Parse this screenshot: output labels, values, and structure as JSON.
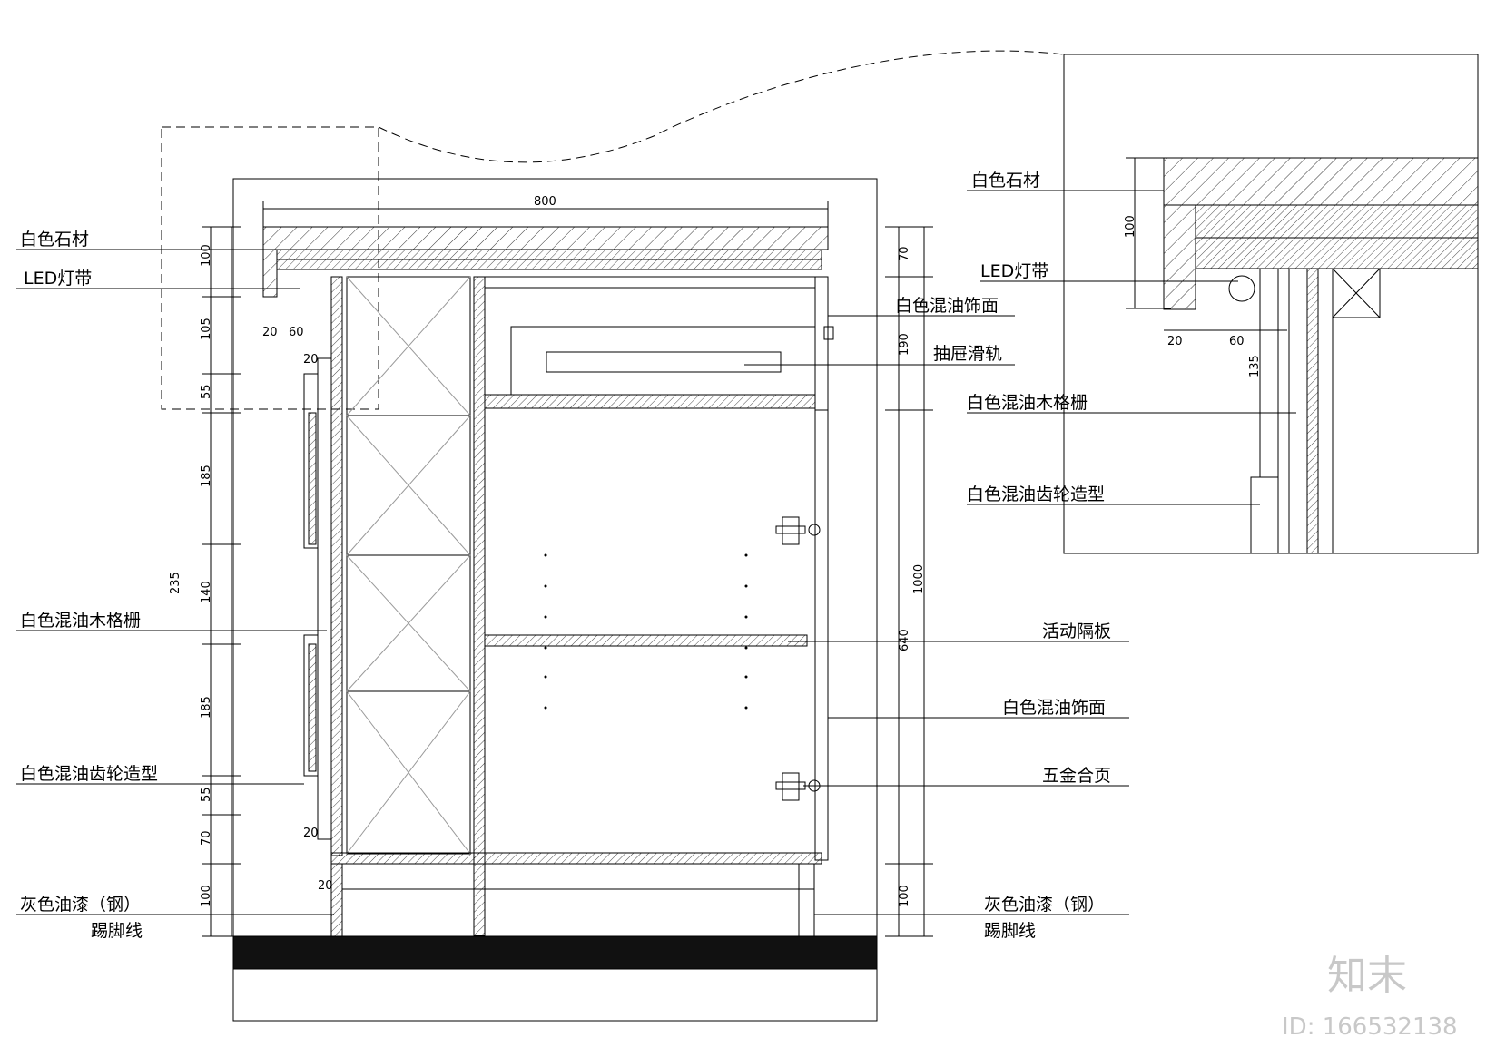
{
  "labels": {
    "left_stone": "白色石材",
    "left_led": "LED灯带",
    "left_grille": "白色混油木格栅",
    "left_gear": "白色混油齿轮造型",
    "left_steel": "灰色油漆（钢）",
    "left_kick": "踢脚线",
    "right_finish_top": "白色混油饰面",
    "right_slide": "抽屉滑轨",
    "right_shelf": "活动隔板",
    "right_finish": "白色混油饰面",
    "right_hinge": "五金合页",
    "right_steel": "灰色油漆（钢）",
    "right_kick": "踢脚线",
    "detail_stone": "白色石材",
    "detail_led": "LED灯带",
    "detail_grille": "白色混油木格栅",
    "detail_gear": "白色混油齿轮造型"
  },
  "dimensions": {
    "top_width": "800",
    "left_a": "100",
    "left_b": "105",
    "left_c": "55",
    "left_d": "185",
    "left_e": "140",
    "left_f": "185",
    "left_g": "55",
    "left_h": "70",
    "left_i": "100",
    "left_total": "235",
    "small_20a": "20",
    "small_60": "60",
    "small_20b": "20",
    "small_20c": "20",
    "small_20d": "20",
    "right_a": "70",
    "right_b": "190",
    "right_c": "640",
    "right_d": "100",
    "right_total": "1000",
    "detail_100": "100",
    "detail_20": "20",
    "detail_60": "60",
    "detail_135": "135"
  },
  "watermark": {
    "brand": "知末",
    "id": "ID: 166532138"
  }
}
